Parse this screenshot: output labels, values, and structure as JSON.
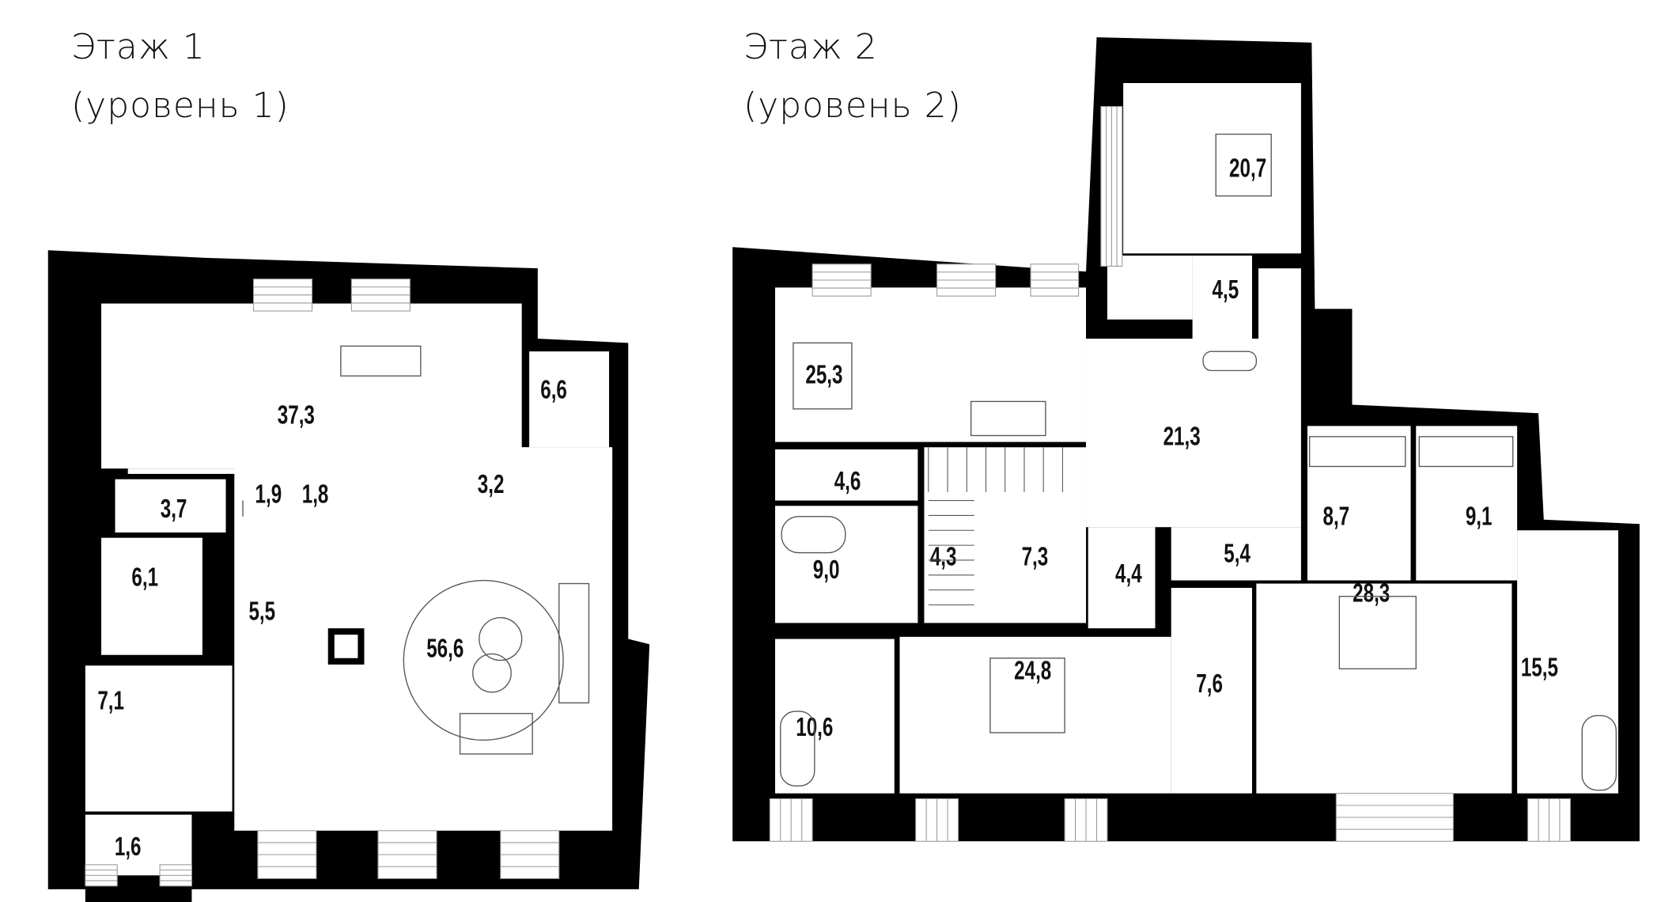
{
  "floor1": {
    "title": "Этаж 1",
    "subtitle": "(уровень 1)",
    "rooms": [
      {
        "area": "37,3"
      },
      {
        "area": "56,6"
      },
      {
        "area": "6,6"
      },
      {
        "area": "3,2"
      },
      {
        "area": "3,7"
      },
      {
        "area": "1,9"
      },
      {
        "area": "1,8"
      },
      {
        "area": "6,1"
      },
      {
        "area": "5,5"
      },
      {
        "area": "7,1"
      },
      {
        "area": "1,6"
      }
    ]
  },
  "floor2": {
    "title": "Этаж 2",
    "subtitle": "(уровень 2)",
    "rooms": [
      {
        "area": "20,7"
      },
      {
        "area": "4,5"
      },
      {
        "area": "25,3"
      },
      {
        "area": "21,3"
      },
      {
        "area": "4,6"
      },
      {
        "area": "9,0"
      },
      {
        "area": "4,3"
      },
      {
        "area": "7,3"
      },
      {
        "area": "4,4"
      },
      {
        "area": "5,4"
      },
      {
        "area": "8,7"
      },
      {
        "area": "9,1"
      },
      {
        "area": "15,5"
      },
      {
        "area": "28,3"
      },
      {
        "area": "7,6"
      },
      {
        "area": "24,8"
      },
      {
        "area": "10,6"
      }
    ]
  },
  "colors": {
    "wall": "#000000",
    "floor": "#ffffff",
    "furniture": "#555555"
  }
}
